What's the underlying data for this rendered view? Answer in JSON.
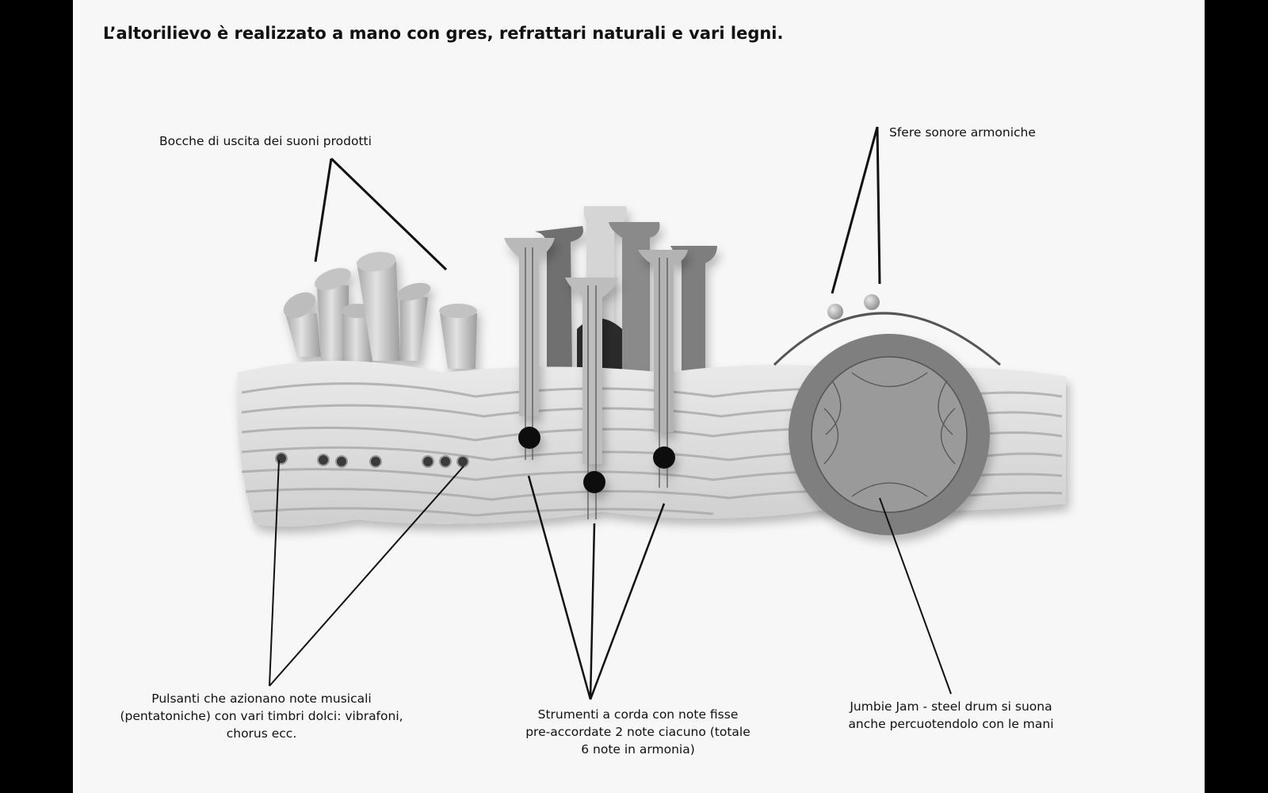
{
  "title": "L’altorilievo è realizzato a mano con gres, refrattari naturali e vari legni.",
  "labels": {
    "bocche": "Bocche di uscita dei suoni prodotti",
    "sfere": "Sfere sonore armoniche",
    "pulsanti": [
      "Pulsanti che azionano note musicali",
      "(pentatoniche) con vari timbri dolci: vibrafoni,",
      "chorus ecc."
    ],
    "strumenti": [
      "Strumenti a corda con note fisse",
      "pre-accordate 2 note ciacuno (totale",
      "6 note in armonia)"
    ],
    "jumbie": [
      "Jumbie Jam - steel drum si suona",
      "anche percuotendolo con le mani"
    ]
  },
  "colors": {
    "page_border": "#000000",
    "sheet": "#f7f7f7",
    "ink": "#111111",
    "relief": "#d9d9d9",
    "wood_light": "#c9c9c9",
    "wood_dark": "#6b6b6b",
    "drum": "#8a8a8a"
  }
}
